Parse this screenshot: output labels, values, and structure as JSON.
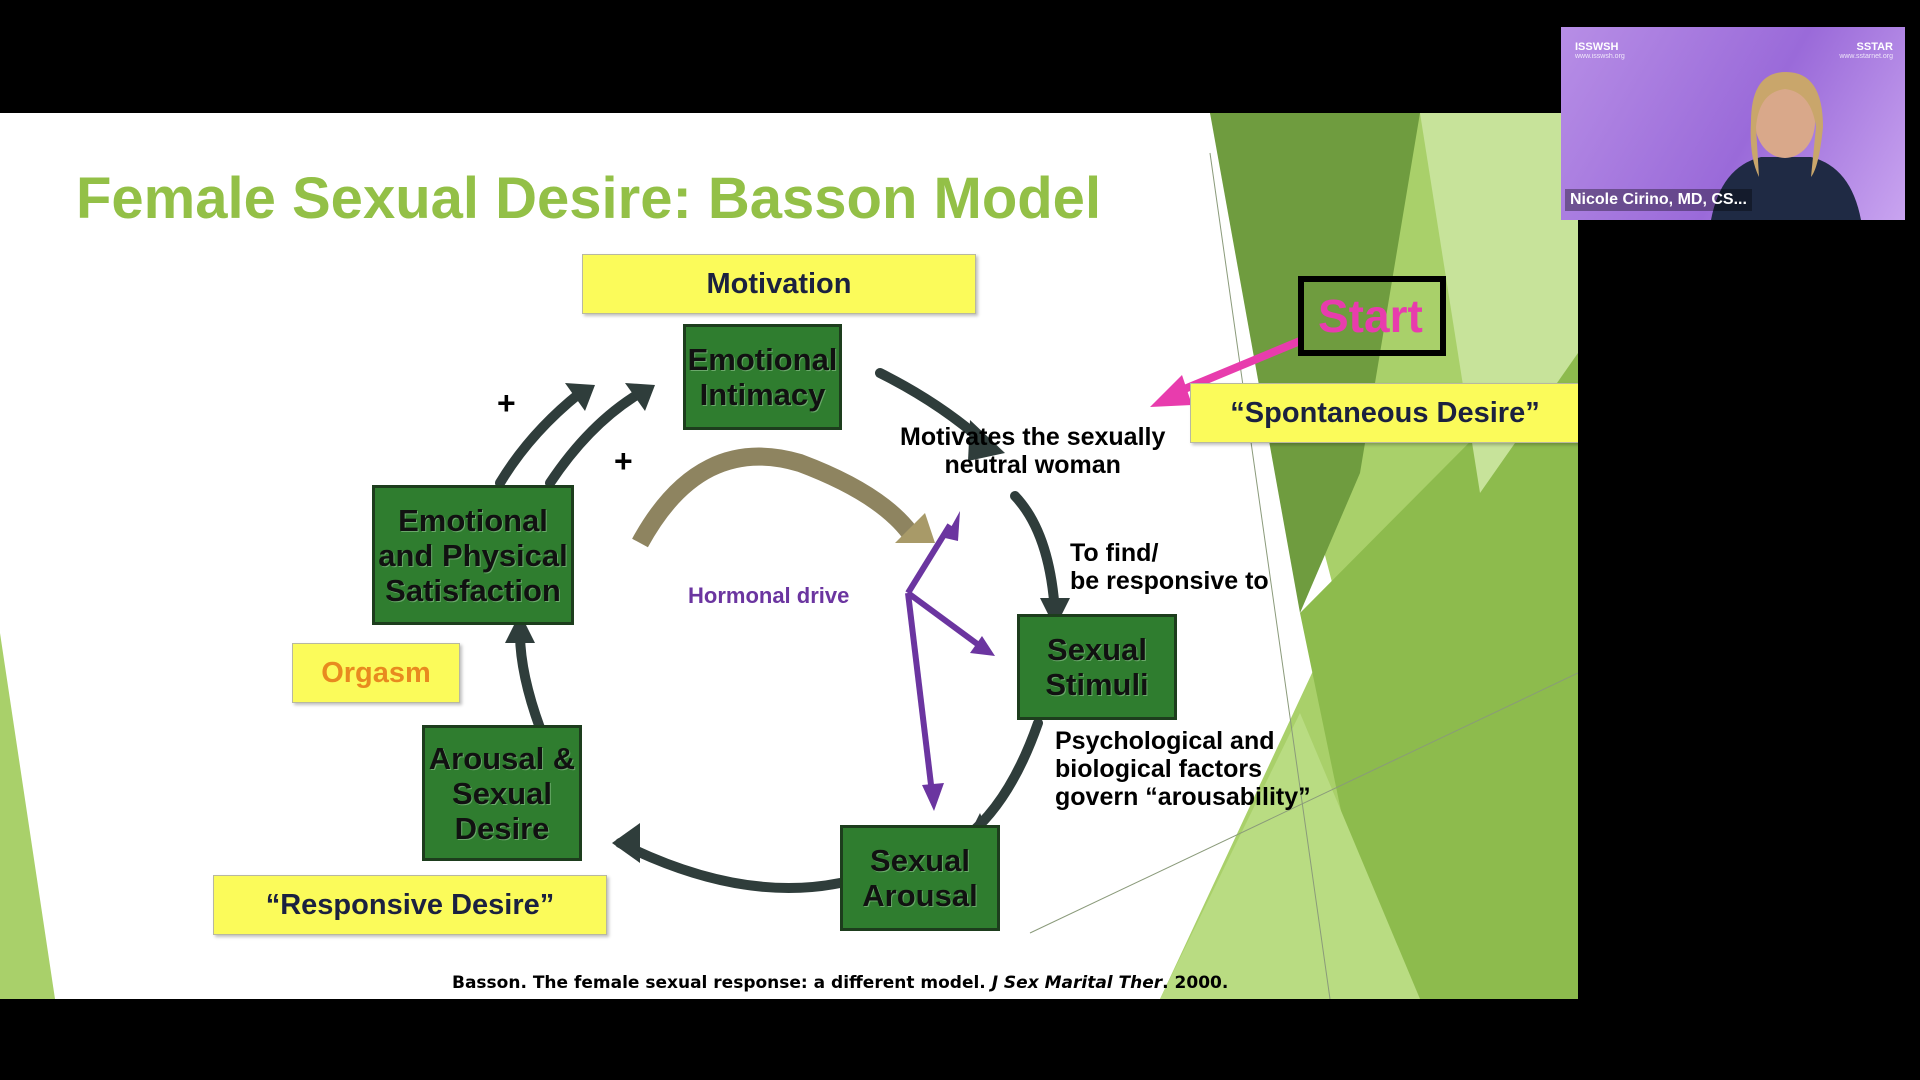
{
  "slide": {
    "title": "Female Sexual Desire: Basson Model",
    "motivation": "Motivation",
    "start": "Start",
    "spontaneous_desire": "“Spontaneous Desire”",
    "orgasm": "Orgasm",
    "responsive_desire": "“Responsive Desire”",
    "nodes": {
      "emotional_intimacy": "Emotional\nIntimacy",
      "sexual_stimuli": "Sexual\nStimuli",
      "sexual_arousal": "Sexual\nArousal",
      "arousal_desire": "Arousal &\nSexual\nDesire",
      "satisfaction": "Emotional\nand Physical\nSatisfaction"
    },
    "labels": {
      "motivates": "Motivates the sexually\nneutral woman",
      "to_find": "To find/\nbe responsive to",
      "factors": "Psychological and\nbiological factors\ngovern “arousability”",
      "hormonal": "Hormonal drive",
      "plus": "+"
    },
    "citation": {
      "prefix": "Basson. The female sexual response: a different model. ",
      "journal": "J Sex Marital Ther",
      "suffix": ". 2000."
    }
  },
  "video_tile": {
    "participant_name": "Nicole Cirino, MD, CS...",
    "logo_left": "ISSWSH",
    "logo_left_url": "www.isswsh.org",
    "logo_right": "SSTAR",
    "logo_right_url": "www.sstarnet.org"
  },
  "colors": {
    "title_green": "#93c047",
    "box_green": "#2f7d2f",
    "highlight_yellow": "#fbfb5a",
    "start_pink": "#e83cad",
    "hormonal_purple": "#6b35a0",
    "orgasm_orange": "#e88a1f"
  }
}
